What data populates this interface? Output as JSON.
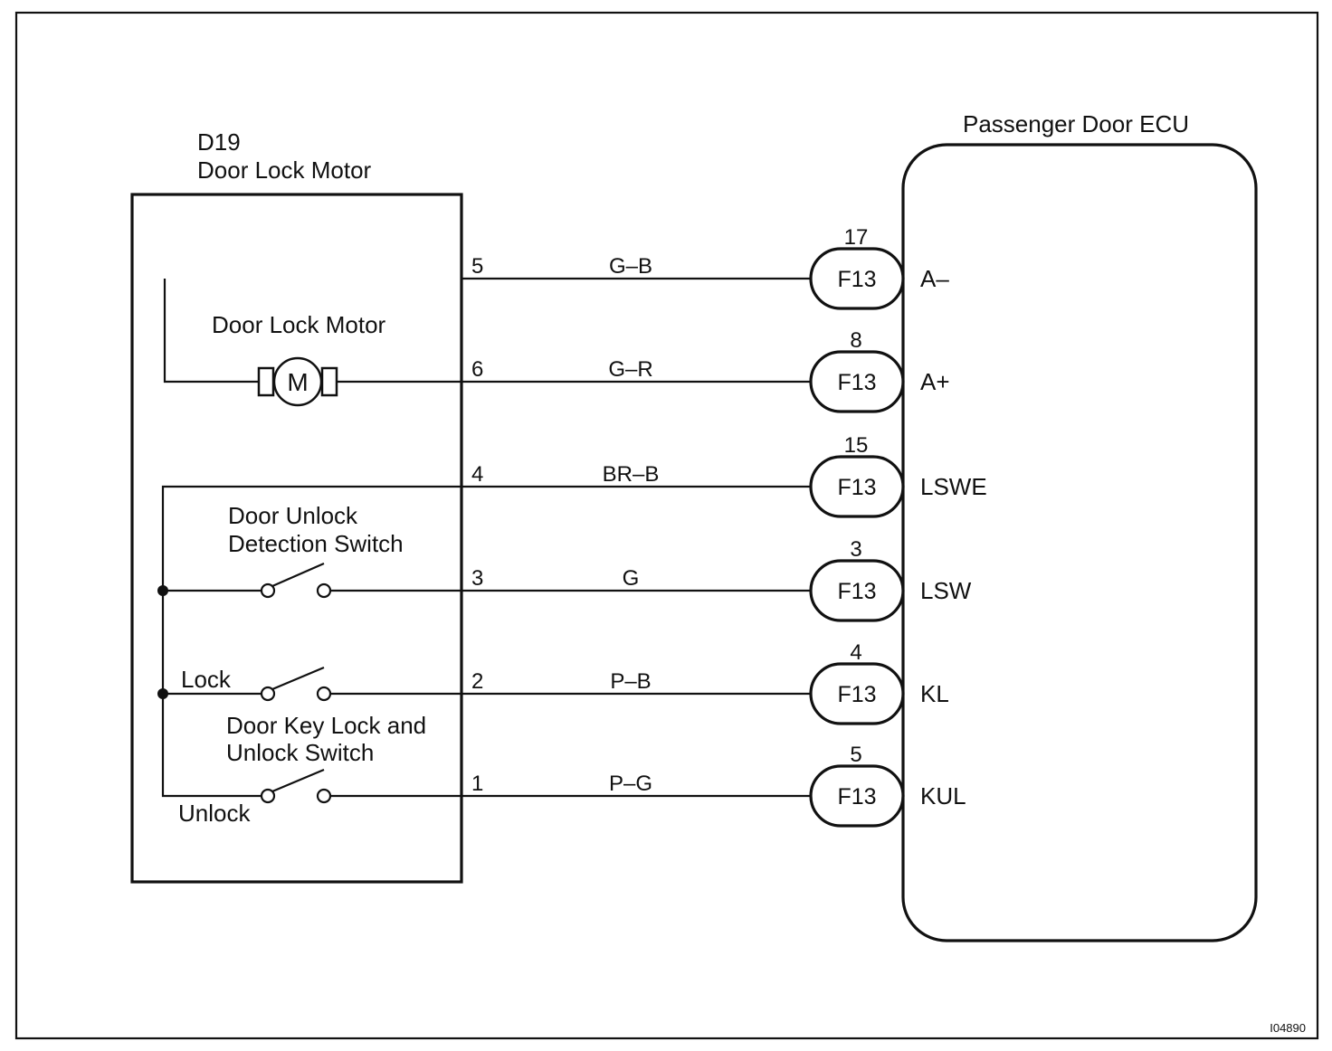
{
  "component": {
    "id": "D19",
    "name": "Door Lock Motor",
    "motor_label": "Door Lock Motor",
    "motor_symbol": "M",
    "unlock_switch_label_1": "Door Unlock",
    "unlock_switch_label_2": "Detection Switch",
    "key_switch_label_1": "Door Key Lock and",
    "key_switch_label_2": "Unlock Switch",
    "lock_label": "Lock",
    "unlock_label": "Unlock"
  },
  "ecu": {
    "name": "Passenger Door ECU"
  },
  "wires": [
    {
      "pin": "5",
      "color": "G–B",
      "connector": "F13",
      "ecu_pin": "17",
      "terminal": "A–"
    },
    {
      "pin": "6",
      "color": "G–R",
      "connector": "F13",
      "ecu_pin": "8",
      "terminal": "A+"
    },
    {
      "pin": "4",
      "color": "BR–B",
      "connector": "F13",
      "ecu_pin": "15",
      "terminal": "LSWE"
    },
    {
      "pin": "3",
      "color": "G",
      "connector": "F13",
      "ecu_pin": "3",
      "terminal": "LSW"
    },
    {
      "pin": "2",
      "color": "P–B",
      "connector": "F13",
      "ecu_pin": "4",
      "terminal": "KL"
    },
    {
      "pin": "1",
      "color": "P–G",
      "connector": "F13",
      "ecu_pin": "5",
      "terminal": "KUL"
    }
  ],
  "figure_id": "I04890"
}
